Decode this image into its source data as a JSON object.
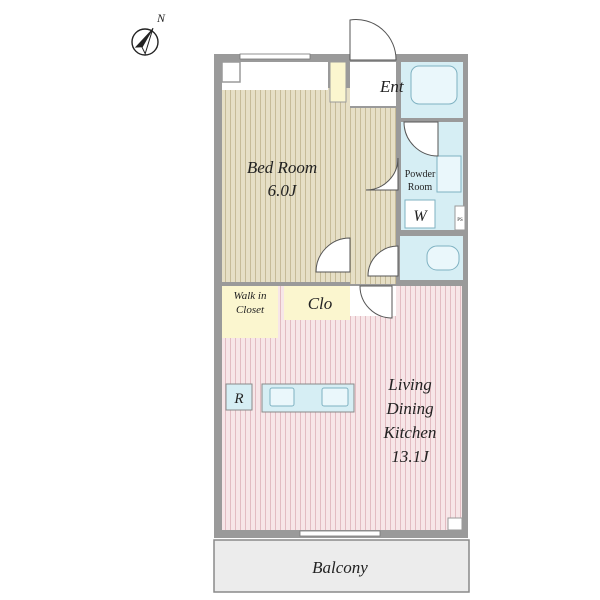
{
  "compass": {
    "letter": "N",
    "icon": "north-arrow-icon"
  },
  "rooms": {
    "entrance": {
      "label": "Ent"
    },
    "bedroom": {
      "label": "Bed Room",
      "size": "6.0J"
    },
    "powder_room": {
      "label_line1": "Powder",
      "label_line2": "Room"
    },
    "washer": {
      "label": "W"
    },
    "pipe_space": {
      "label": "PS"
    },
    "walk_in_closet": {
      "label_line1": "Walk in",
      "label_line2": "Closet"
    },
    "closet": {
      "label": "Clo"
    },
    "refrigerator": {
      "label": "R"
    },
    "ldk": {
      "line1": "Living",
      "line2": "Dining",
      "line3": "Kitchen",
      "size": "13.1J"
    },
    "balcony": {
      "label": "Balcony"
    }
  },
  "colors": {
    "wall": "#9a9a9a",
    "bedroom_floor": "#e3dcc4",
    "ldk_floor": "#f6e2e4",
    "wet_area": "#d6eef4",
    "storage": "#fbf6cf",
    "balcony": "#ececec"
  }
}
